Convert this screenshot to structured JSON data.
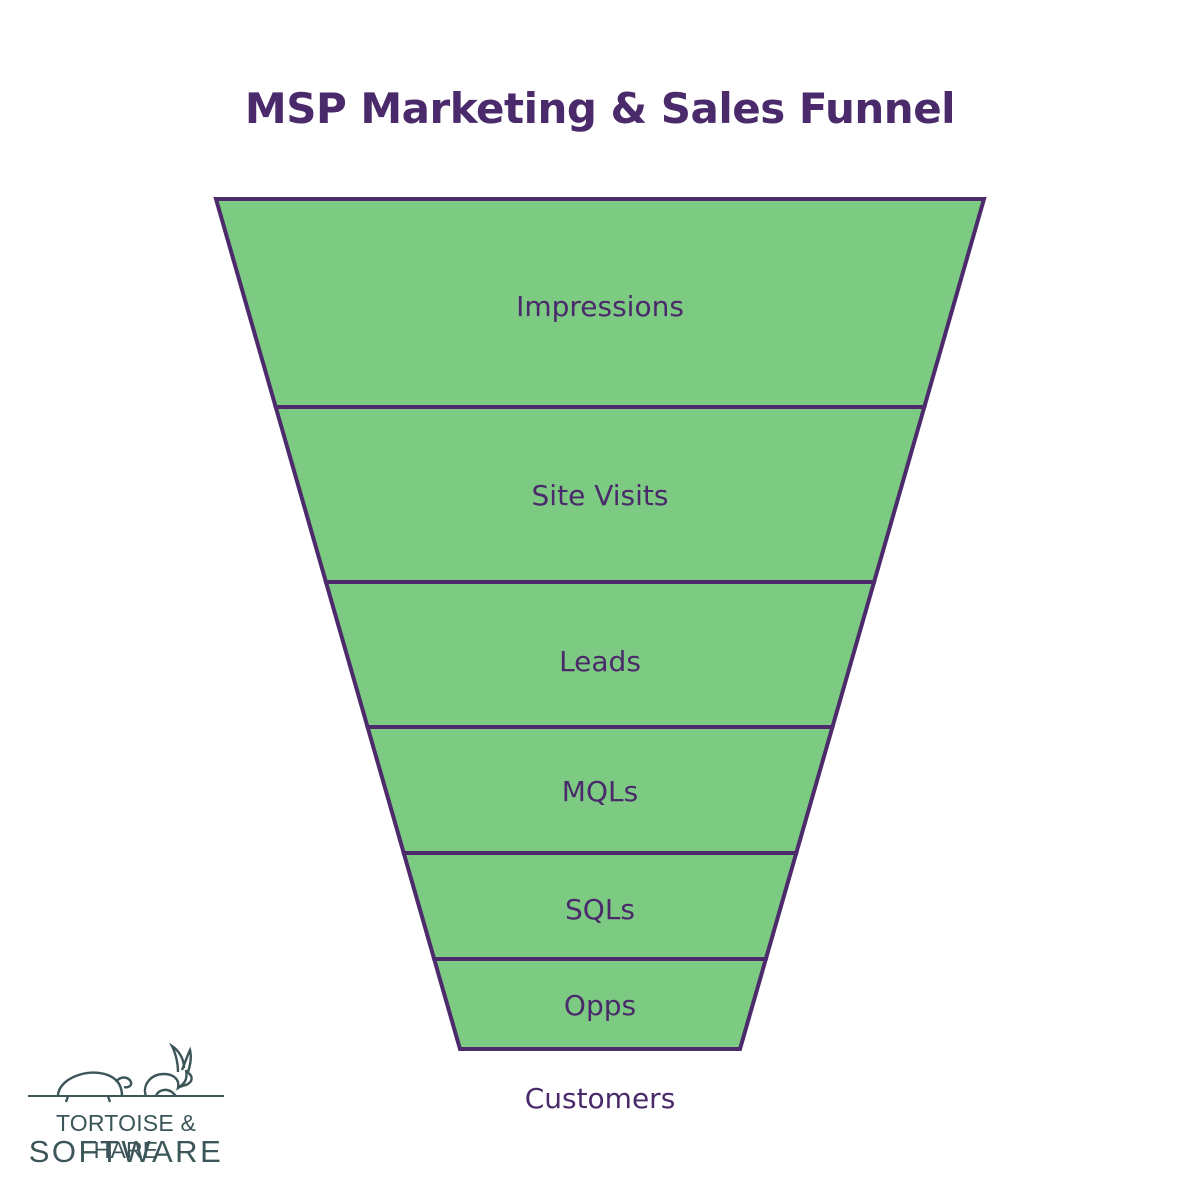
{
  "title": "MSP Marketing & Sales Funnel",
  "colors": {
    "title": "#4a2a6a",
    "stage_fill": "#7dcb83",
    "stroke": "#4d2a6b",
    "text": "#4a2a6a",
    "logo": "#3b5558"
  },
  "stages": [
    {
      "label": "Impressions"
    },
    {
      "label": "Site Visits"
    },
    {
      "label": "Leads"
    },
    {
      "label": "MQLs"
    },
    {
      "label": "SQLs"
    },
    {
      "label": "Opps"
    }
  ],
  "footer_label": "Customers",
  "logo": {
    "line1": "TORTOISE & HARE",
    "line2": "SOFTWARE",
    "icons": [
      "tortoise-icon",
      "hare-icon"
    ]
  }
}
